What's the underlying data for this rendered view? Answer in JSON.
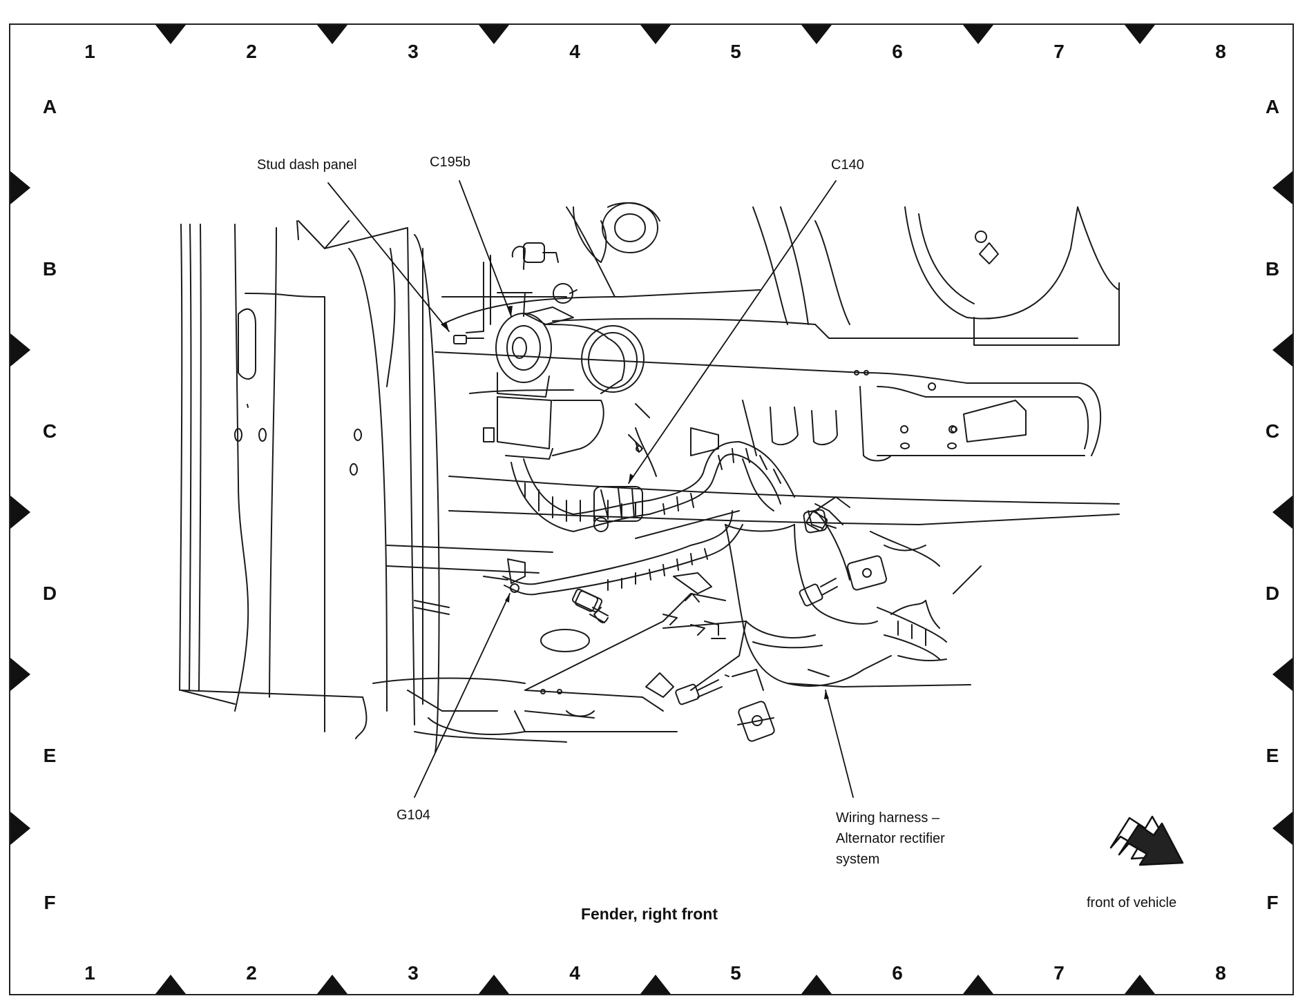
{
  "grid": {
    "columns": [
      "1",
      "2",
      "3",
      "4",
      "5",
      "6",
      "7",
      "8"
    ],
    "rows": [
      "A",
      "B",
      "C",
      "D",
      "E",
      "F"
    ]
  },
  "callouts": {
    "stud_dash_panel": "Stud dash panel",
    "c195b": "C195b",
    "c140": "C140",
    "g104": "G104",
    "wiring_harness": [
      "Wiring harness –",
      "Alternator rectifier",
      "system"
    ]
  },
  "caption": "Fender, right front",
  "direction_label": "front of vehicle",
  "icons": {
    "direction": "front-arrow-icon"
  }
}
